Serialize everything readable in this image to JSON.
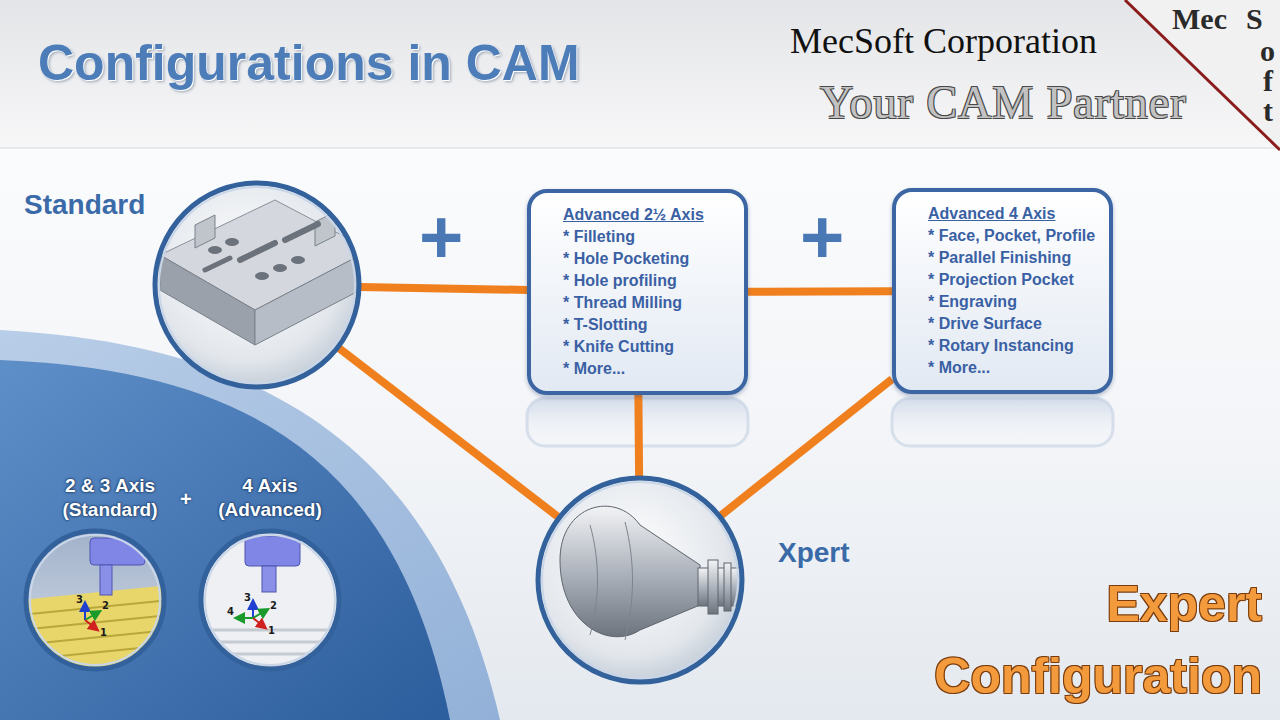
{
  "diagram": {
    "title": "Configurations in CAM",
    "nodes": [
      {
        "text": [
          "Standard"
        ]
      },
      {
        "text": [
          "Advanced 2½ Axis",
          "* Filleting",
          "* Hole Pocketing",
          "* Hole profiling",
          "* Thread Milling",
          "* T-Slotting",
          "* Knife Cutting",
          "* More..."
        ]
      },
      {
        "text": [
          "Advanced 4 Axis",
          "* Face, Pocket, Profile",
          "* Parallel Finishing",
          "* Projection Pocket",
          "* Engraving",
          "* Drive Surface",
          "* Rotary Instancing",
          "* More..."
        ]
      },
      {
        "text": [
          "2 & 3 Axis (Standard)"
        ]
      },
      {
        "text": [
          "4 Axis (Advanced)"
        ]
      },
      {
        "text": [
          "Xpert"
        ]
      }
    ],
    "edges": [
      {
        "from": 0,
        "to": 1,
        "arrow": "none"
      },
      {
        "from": 1,
        "to": 2,
        "arrow": "none"
      },
      {
        "from": 0,
        "to": 5,
        "arrow": "none"
      },
      {
        "from": 1,
        "to": 5,
        "arrow": "none"
      },
      {
        "from": 2,
        "to": 5,
        "arrow": "none"
      }
    ],
    "labels": [
      "MecSoft Corporation",
      "Your CAM Partner",
      "Mec",
      "S",
      "o",
      "f",
      "t",
      "+",
      "+",
      "+",
      "Expert Configuration",
      "3",
      "2",
      "1",
      "4",
      "3",
      "2",
      "1"
    ]
  }
}
